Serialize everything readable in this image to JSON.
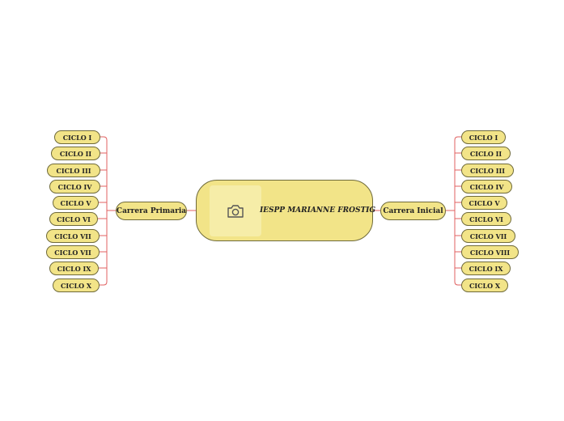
{
  "central": {
    "title": "IESPP MARIANNE FROSTIG",
    "image_icon": "camera-icon"
  },
  "left_branch": {
    "label": "Carrera Primaria",
    "cycles": [
      "CICLO I",
      "CICLO II",
      "CICLO III",
      "CICLO IV",
      "CICLO V",
      "CICLO VI",
      "CICLO VII",
      "CICLO VII",
      "CICLO IX",
      "CICLO X"
    ]
  },
  "right_branch": {
    "label": "Carrera Inicial",
    "cycles": [
      "CICLO I",
      "CICLO II",
      "CICLO III",
      "CICLO IV",
      "CICLO V",
      "CICLO VI",
      "CICLO VII",
      "CICLO VIII",
      "CICLO IX",
      "CICLO X"
    ]
  },
  "colors": {
    "node_fill": "#f2e488",
    "node_border": "#6f6a3a",
    "connector": "#e06060"
  }
}
